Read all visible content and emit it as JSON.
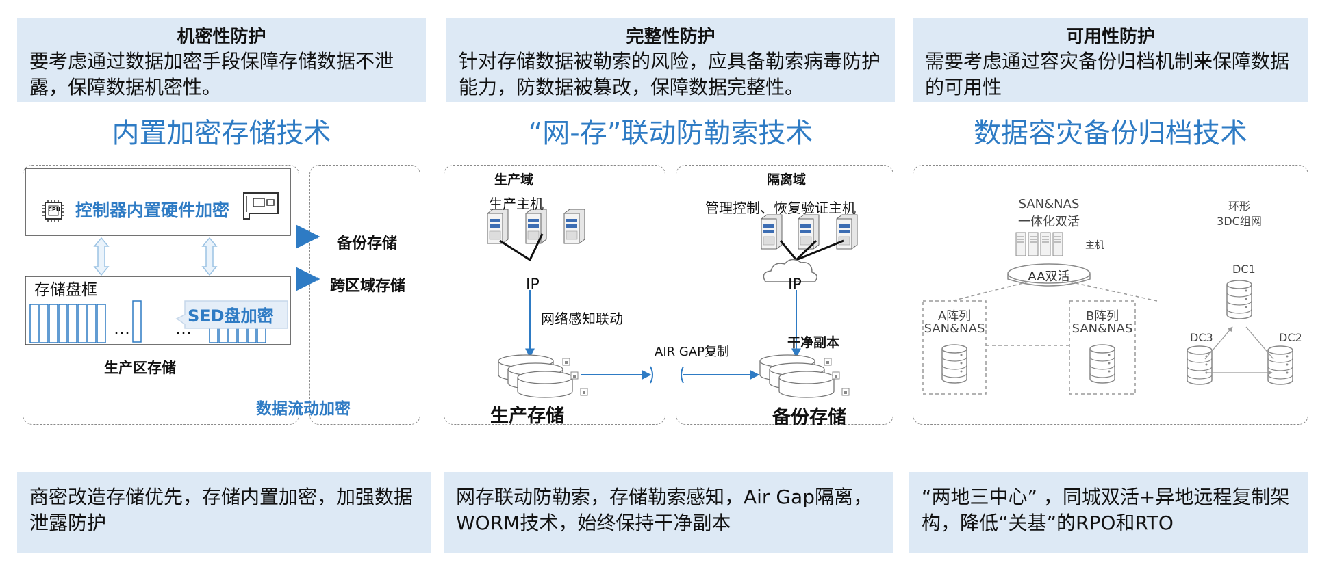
{
  "top_boxes": [
    {
      "title": "机密性防护",
      "desc": "要考虑通过数据加密手段保障存储数据不泄露，保障数据机密性。"
    },
    {
      "title": "完整性防护",
      "desc": "针对存储数据被勒索的风险，应具备勒索病毒防护能力，防数据被篡改，保障数据完整性。"
    },
    {
      "title": "可用性防护",
      "desc": "需要考虑通过容灾备份归档机制来保障数据的可用性"
    }
  ],
  "headings": [
    "内置加密存储技术",
    "“网-存”联动防勒索技术",
    "数据容灾备份归档技术"
  ],
  "col1": {
    "controller_label": "控制器内置硬件加密",
    "cpu_label": "CPU",
    "disk_frame_label": "存储盘框",
    "sed_label": "SED盘加密",
    "ellipsis": "…",
    "production_storage": "生产区存储",
    "backup_storage": "备份存储",
    "cross_region_storage": "跨区域存储",
    "dataflow_encryption": "数据流动加密"
  },
  "col2": {
    "production_domain": "生产域",
    "production_host": "生产主机",
    "ip_left": "IP",
    "network_linkage": "网络感知联动",
    "production_storage": "生产存储",
    "air_gap": "AIR GAP复制",
    "isolation_domain": "隔离域",
    "mgmt_hosts": "管理控制、恢复验证主机",
    "ip_right": "IP",
    "clean_copy": "干净副本",
    "backup_storage": "备份存储"
  },
  "col3": {
    "sannas_title_line1": "SAN&NAS",
    "sannas_title_line2": "一体化双活",
    "host_label": "主机",
    "aa_label": "AA双活",
    "a_array_line1": "A阵列",
    "a_array_line2": "SAN&NAS",
    "b_array_line1": "B阵列",
    "b_array_line2": "SAN&NAS",
    "ring_line1": "环形",
    "ring_line2": "3DC组网",
    "dc1": "DC1",
    "dc2": "DC2",
    "dc3": "DC3"
  },
  "bottom_boxes": [
    "商密改造存储优先，存储内置加密，加强数据泄露防护",
    "网存联动防勒索，存储勒索感知，Air Gap隔离，WORM技术，始终保持干净副本",
    "“两地三中心” ，同城双活+异地远程复制架构，降低“关基”的RPO和RTO"
  ],
  "colors": {
    "accent": "#2e7bc4",
    "panel": "#dde9f5",
    "arrow": "#2e7bc4",
    "disk": "#cfcfcf"
  }
}
